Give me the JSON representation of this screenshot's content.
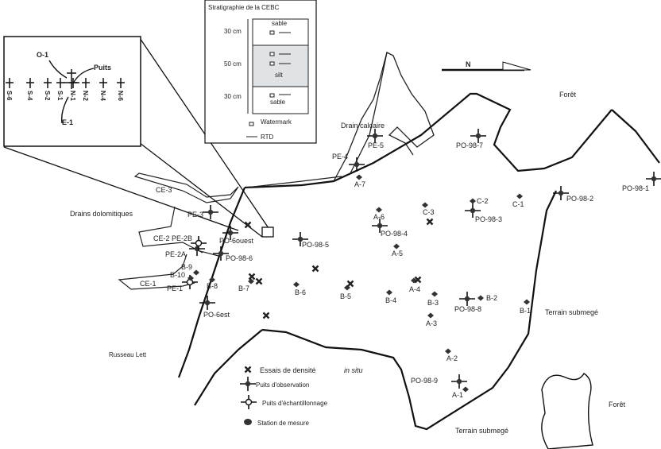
{
  "inset": {
    "labels": {
      "o1": "O-1",
      "puits": "Puits",
      "e1": "E-1"
    },
    "wells": [
      "S-6",
      "S-4",
      "S-2",
      "S-1",
      "N-1",
      "N-2",
      "N-4",
      "N-6"
    ]
  },
  "stratigraphy": {
    "title": "Stratigraphie de la CEBC",
    "layers": [
      {
        "name": "sable",
        "thickness": "30 cm"
      },
      {
        "name": "silt",
        "thickness": "50 cm"
      },
      {
        "name": "sable",
        "thickness": "30 cm"
      }
    ],
    "legend": {
      "watermark": "Watermark",
      "rtd": "RTD"
    },
    "silt_color": "#dfe3e6"
  },
  "north_arrow": {
    "label": "N"
  },
  "areas": {
    "drains_dolomitiques": "Drains dolomitiques",
    "drain_calcaire": "Drain calcaire",
    "foret_1": "Forêt",
    "foret_2": "Forêt",
    "terrain_1": "Terrain submegé",
    "terrain_2": "Terrain submegé",
    "ruisseau": "Russeau Lett"
  },
  "observation_wells": [
    "PE-3",
    "PO-6ouest",
    "PO-98-6",
    "PE-2A",
    "PE-5",
    "PE-4",
    "PO-98-7",
    "PO-98-2",
    "PO-98-1",
    "PO-98-3",
    "PO-98-4",
    "PO-98-5",
    "PO-98-8",
    "PO-98-9",
    "PO-6est"
  ],
  "sampling_wells": [
    "PE-1",
    "CE-2 PE-2B"
  ],
  "stations": [
    "A-7",
    "A-6",
    "C-3",
    "C-2",
    "C-1",
    "A-5",
    "A-4",
    "B-6",
    "B-5",
    "B-4",
    "B-3",
    "B-2",
    "B-1",
    "A-3",
    "A-2",
    "A-1",
    "B-9",
    "B-10",
    "B-8",
    "B-7"
  ],
  "drain_labels": [
    "CE-3",
    "CE-1"
  ],
  "legend": {
    "density": "Essais de densité",
    "density_italic": "in situ",
    "observation": "Puits d'observation",
    "sampling": "Puits d'échantillonnage",
    "station": "Station de mesure"
  }
}
